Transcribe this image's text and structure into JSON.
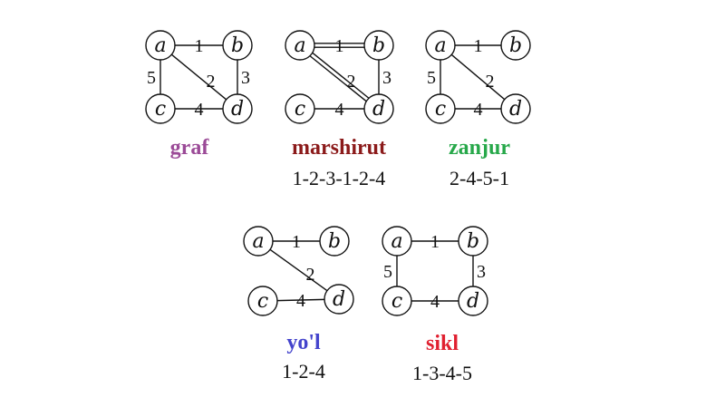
{
  "nodes": {
    "a": "a",
    "b": "b",
    "c": "c",
    "d": "d"
  },
  "graphs": [
    {
      "title": "graf",
      "title_color": "#9b4a97",
      "sequence": "",
      "edges": [
        {
          "from": "a",
          "to": "b",
          "w": "1"
        },
        {
          "from": "a",
          "to": "c",
          "w": "5"
        },
        {
          "from": "b",
          "to": "d",
          "w": "3"
        },
        {
          "from": "a",
          "to": "d",
          "w": "2"
        },
        {
          "from": "c",
          "to": "d",
          "w": "4"
        }
      ]
    },
    {
      "title": "marshirut",
      "title_color": "#8b1a1a",
      "sequence": "1-2-3-1-2-4",
      "edges": [
        {
          "from": "a",
          "to": "b",
          "w": "1",
          "double": true
        },
        {
          "from": "b",
          "to": "d",
          "w": "3"
        },
        {
          "from": "a",
          "to": "d",
          "w": "2",
          "double": true
        },
        {
          "from": "c",
          "to": "d",
          "w": "4"
        }
      ]
    },
    {
      "title": "zanjur",
      "title_color": "#27a84a",
      "sequence": "2-4-5-1",
      "edges": [
        {
          "from": "a",
          "to": "b",
          "w": "1"
        },
        {
          "from": "a",
          "to": "c",
          "w": "5"
        },
        {
          "from": "a",
          "to": "d",
          "w": "2"
        },
        {
          "from": "c",
          "to": "d",
          "w": "4"
        }
      ]
    },
    {
      "title": "yo'l",
      "title_color": "#4444cc",
      "sequence": "1-2-4",
      "edges": [
        {
          "from": "a",
          "to": "b",
          "w": "1"
        },
        {
          "from": "a",
          "to": "d",
          "w": "2"
        },
        {
          "from": "c",
          "to": "d",
          "w": "4"
        }
      ]
    },
    {
      "title": "sikl",
      "title_color": "#e02030",
      "sequence": "1-3-4-5",
      "edges": [
        {
          "from": "a",
          "to": "b",
          "w": "1"
        },
        {
          "from": "a",
          "to": "c",
          "w": "5"
        },
        {
          "from": "b",
          "to": "d",
          "w": "3"
        },
        {
          "from": "c",
          "to": "d",
          "w": "4"
        }
      ]
    }
  ]
}
